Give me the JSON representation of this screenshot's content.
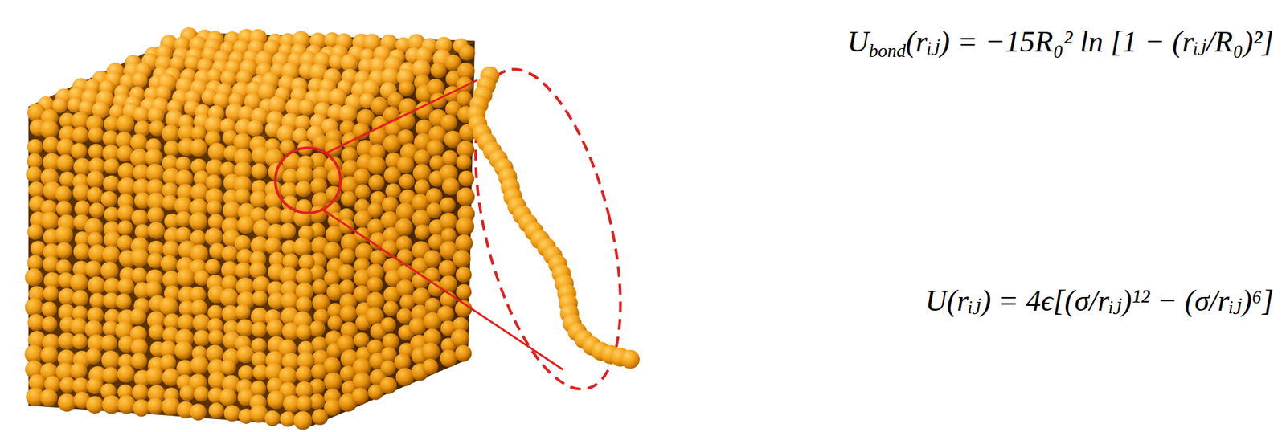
{
  "diagram": {
    "labels": [
      "U",
      "bond",
      "(rᵢⱼ) = −15R₀² ln [1 − (rᵢⱼ/R₀)²]",
      "U(rᵢⱼ) = 4ϵ[(σ/rᵢⱼ)¹² − (σ/rᵢⱼ)⁶]"
    ]
  }
}
